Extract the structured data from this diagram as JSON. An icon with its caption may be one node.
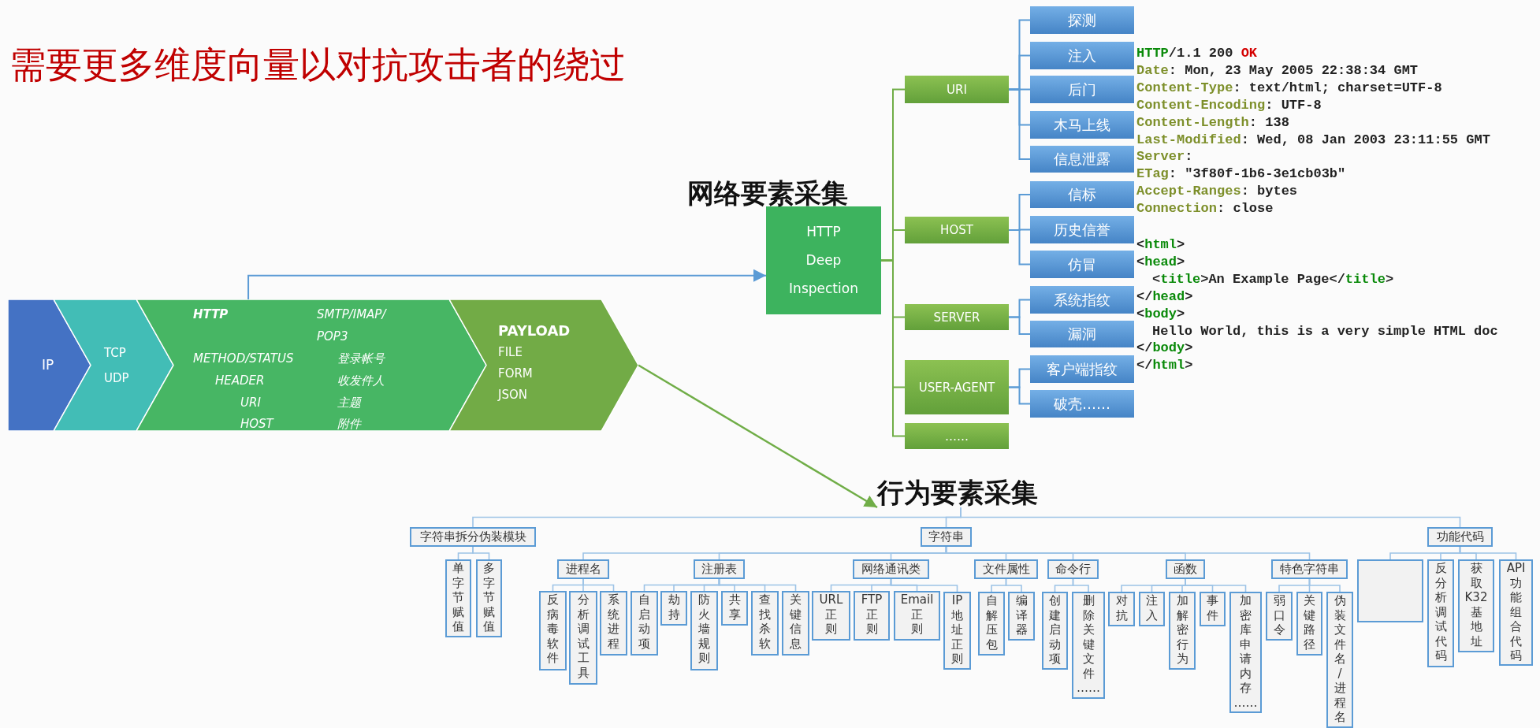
{
  "diagram": {
    "title": "需要更多维度向量以对抗攻击者的绕过",
    "nodes": [
      {
        "text": [
          "IP"
        ]
      },
      {
        "text": [
          "TCP",
          "UDP"
        ]
      },
      {
        "text": [
          "HTTP",
          "SMTP/IMAP/ POP3",
          "METHOD/STATUS",
          "登录帐号",
          "HEADER",
          "收发件人",
          "URI",
          "主题",
          "HOST",
          "附件"
        ]
      },
      {
        "text": [
          "PAYLOAD",
          "FILE",
          "FORM",
          "JSON"
        ]
      },
      {
        "text": [
          "HTTP Deep Inspection"
        ]
      },
      {
        "text": [
          "URI"
        ]
      },
      {
        "text": [
          "探测"
        ]
      },
      {
        "text": [
          "注入"
        ]
      },
      {
        "text": [
          "后门"
        ]
      },
      {
        "text": [
          "木马上线"
        ]
      },
      {
        "text": [
          "信息泄露"
        ]
      },
      {
        "text": [
          "HOST"
        ]
      },
      {
        "text": [
          "信标"
        ]
      },
      {
        "text": [
          "历史信誉"
        ]
      },
      {
        "text": [
          "仿冒"
        ]
      },
      {
        "text": [
          "SERVER"
        ]
      },
      {
        "text": [
          "系统指纹"
        ]
      },
      {
        "text": [
          "漏洞"
        ]
      },
      {
        "text": [
          "USER-AGENT"
        ]
      },
      {
        "text": [
          "客户端指纹"
        ]
      },
      {
        "text": [
          "破壳……"
        ]
      },
      {
        "text": [
          "……"
        ]
      },
      {
        "text": [
          "行为要素采集"
        ]
      },
      {
        "text": [
          "字符串拆分伪装模块"
        ]
      },
      {
        "text": [
          "单字节赋值"
        ]
      },
      {
        "text": [
          "多字节赋值"
        ]
      },
      {
        "text": [
          "字符串"
        ]
      },
      {
        "text": [
          "进程名"
        ]
      },
      {
        "text": [
          "反病毒软件"
        ]
      },
      {
        "text": [
          "分析调试工具"
        ]
      },
      {
        "text": [
          "系统进程"
        ]
      },
      {
        "text": [
          "注册表"
        ]
      },
      {
        "text": [
          "自启动项"
        ]
      },
      {
        "text": [
          "劫持"
        ]
      },
      {
        "text": [
          "防火墙规则"
        ]
      },
      {
        "text": [
          "共享"
        ]
      },
      {
        "text": [
          "查找杀软"
        ]
      },
      {
        "text": [
          "关键信息"
        ]
      },
      {
        "text": [
          "网络通讯类"
        ]
      },
      {
        "text": [
          "URL正则"
        ]
      },
      {
        "text": [
          "FTP正则"
        ]
      },
      {
        "text": [
          "Email正则"
        ]
      },
      {
        "text": [
          "IP地址正则"
        ]
      },
      {
        "text": [
          "文件属性"
        ]
      },
      {
        "text": [
          "自解压包"
        ]
      },
      {
        "text": [
          "编译器"
        ]
      },
      {
        "text": [
          "命令行"
        ]
      },
      {
        "text": [
          "创建启动项"
        ]
      },
      {
        "text": [
          "删除关键文件……"
        ]
      },
      {
        "text": [
          "函数"
        ]
      },
      {
        "text": [
          "对抗"
        ]
      },
      {
        "text": [
          "注入"
        ]
      },
      {
        "text": [
          "加解密行为"
        ]
      },
      {
        "text": [
          "事件"
        ]
      },
      {
        "text": [
          "加密库申请内存……"
        ]
      },
      {
        "text": [
          "特色字符串"
        ]
      },
      {
        "text": [
          "弱口令"
        ]
      },
      {
        "text": [
          "关键路径"
        ]
      },
      {
        "text": [
          "伪装文件名/进程名"
        ]
      },
      {
        "text": [
          "功能代码"
        ]
      },
      {
        "text": [],
        "shape": "box"
      },
      {
        "text": [
          "反分析调试代码"
        ]
      },
      {
        "text": [
          "获取K32基地址"
        ]
      },
      {
        "text": [
          "API功能组合代码"
        ]
      }
    ],
    "edges": [
      {
        "from": 2,
        "to": 4,
        "arrow": "to",
        "color": "#5b9bd5"
      },
      {
        "from": 3,
        "to": 22,
        "arrow": "to",
        "color": "#70ad47"
      },
      {
        "from": 4,
        "to": 5,
        "arrow": "none",
        "color": "#70ad47"
      },
      {
        "from": 4,
        "to": 11,
        "arrow": "none",
        "color": "#70ad47"
      },
      {
        "from": 4,
        "to": 15,
        "arrow": "none",
        "color": "#70ad47"
      },
      {
        "from": 4,
        "to": 18,
        "arrow": "none",
        "color": "#70ad47"
      },
      {
        "from": 4,
        "to": 21,
        "arrow": "none",
        "color": "#70ad47"
      },
      {
        "from": 5,
        "to": 6,
        "arrow": "none",
        "color": "#5b9bd5"
      },
      {
        "from": 5,
        "to": 7,
        "arrow": "none",
        "color": "#5b9bd5"
      },
      {
        "from": 5,
        "to": 8,
        "arrow": "none",
        "color": "#5b9bd5"
      },
      {
        "from": 5,
        "to": 9,
        "arrow": "none",
        "color": "#5b9bd5"
      },
      {
        "from": 5,
        "to": 10,
        "arrow": "none",
        "color": "#5b9bd5"
      },
      {
        "from": 11,
        "to": 12,
        "arrow": "none",
        "color": "#5b9bd5"
      },
      {
        "from": 11,
        "to": 13,
        "arrow": "none",
        "color": "#5b9bd5"
      },
      {
        "from": 11,
        "to": 14,
        "arrow": "none",
        "color": "#5b9bd5"
      },
      {
        "from": 15,
        "to": 16,
        "arrow": "none",
        "color": "#5b9bd5"
      },
      {
        "from": 15,
        "to": 17,
        "arrow": "none",
        "color": "#5b9bd5"
      },
      {
        "from": 18,
        "to": 19,
        "arrow": "none",
        "color": "#5b9bd5"
      },
      {
        "from": 18,
        "to": 20,
        "arrow": "none",
        "color": "#5b9bd5"
      },
      {
        "from": 22,
        "to": 23,
        "arrow": "none"
      },
      {
        "from": 22,
        "to": 26,
        "arrow": "none"
      },
      {
        "from": 22,
        "to": 59,
        "arrow": "none"
      },
      {
        "from": 23,
        "to": 24,
        "arrow": "none"
      },
      {
        "from": 23,
        "to": 25,
        "arrow": "none"
      },
      {
        "from": 26,
        "to": 27,
        "arrow": "none"
      },
      {
        "from": 26,
        "to": 31,
        "arrow": "none"
      },
      {
        "from": 26,
        "to": 38,
        "arrow": "none"
      },
      {
        "from": 26,
        "to": 43,
        "arrow": "none"
      },
      {
        "from": 26,
        "to": 46,
        "arrow": "none"
      },
      {
        "from": 26,
        "to": 49,
        "arrow": "none"
      },
      {
        "from": 26,
        "to": 55,
        "arrow": "none"
      },
      {
        "from": 27,
        "to": 28,
        "arrow": "none"
      },
      {
        "from": 27,
        "to": 29,
        "arrow": "none"
      },
      {
        "from": 27,
        "to": 30,
        "arrow": "none"
      },
      {
        "from": 31,
        "to": 32,
        "arrow": "none"
      },
      {
        "from": 31,
        "to": 33,
        "arrow": "none"
      },
      {
        "from": 31,
        "to": 34,
        "arrow": "none"
      },
      {
        "from": 31,
        "to": 35,
        "arrow": "none"
      },
      {
        "from": 31,
        "to": 36,
        "arrow": "none"
      },
      {
        "from": 31,
        "to": 37,
        "arrow": "none"
      },
      {
        "from": 38,
        "to": 39,
        "arrow": "none"
      },
      {
        "from": 38,
        "to": 40,
        "arrow": "none"
      },
      {
        "from": 38,
        "to": 41,
        "arrow": "none"
      },
      {
        "from": 38,
        "to": 42,
        "arrow": "none"
      },
      {
        "from": 43,
        "to": 44,
        "arrow": "none"
      },
      {
        "from": 43,
        "to": 45,
        "arrow": "none"
      },
      {
        "from": 46,
        "to": 47,
        "arrow": "none"
      },
      {
        "from": 46,
        "to": 48,
        "arrow": "none"
      },
      {
        "from": 49,
        "to": 50,
        "arrow": "none"
      },
      {
        "from": 49,
        "to": 51,
        "arrow": "none"
      },
      {
        "from": 49,
        "to": 52,
        "arrow": "none"
      },
      {
        "from": 49,
        "to": 53,
        "arrow": "none"
      },
      {
        "from": 49,
        "to": 54,
        "arrow": "none"
      },
      {
        "from": 55,
        "to": 56,
        "arrow": "none"
      },
      {
        "from": 55,
        "to": 57,
        "arrow": "none"
      },
      {
        "from": 55,
        "to": 58,
        "arrow": "none"
      },
      {
        "from": 59,
        "to": 60,
        "arrow": "none"
      },
      {
        "from": 59,
        "to": 61,
        "arrow": "none"
      },
      {
        "from": 59,
        "to": 62,
        "arrow": "none"
      },
      {
        "from": 59,
        "to": 63,
        "arrow": "none"
      }
    ],
    "labels": [
      "网络要素采集",
      "HTTP/1.1 200 OK",
      "Date: Mon, 23 May 2005 22:38:34 GMT",
      "Content-Type: text/html; charset=UTF-8",
      "Content-Encoding: UTF-8",
      "Content-Length: 138",
      "Last-Modified: Wed, 08 Jan 2003 23:11:55 GMT",
      "Server:",
      "ETag: \"3f80f-1b6-3e1cb03b\"",
      "Accept-Ranges: bytes",
      "Connection: close",
      "<html>",
      "<head>",
      "<title>An Example Page</title>",
      "</head>",
      "<body>",
      "Hello World, this is a very simple HTML doc",
      "</body>",
      "</html>"
    ]
  }
}
